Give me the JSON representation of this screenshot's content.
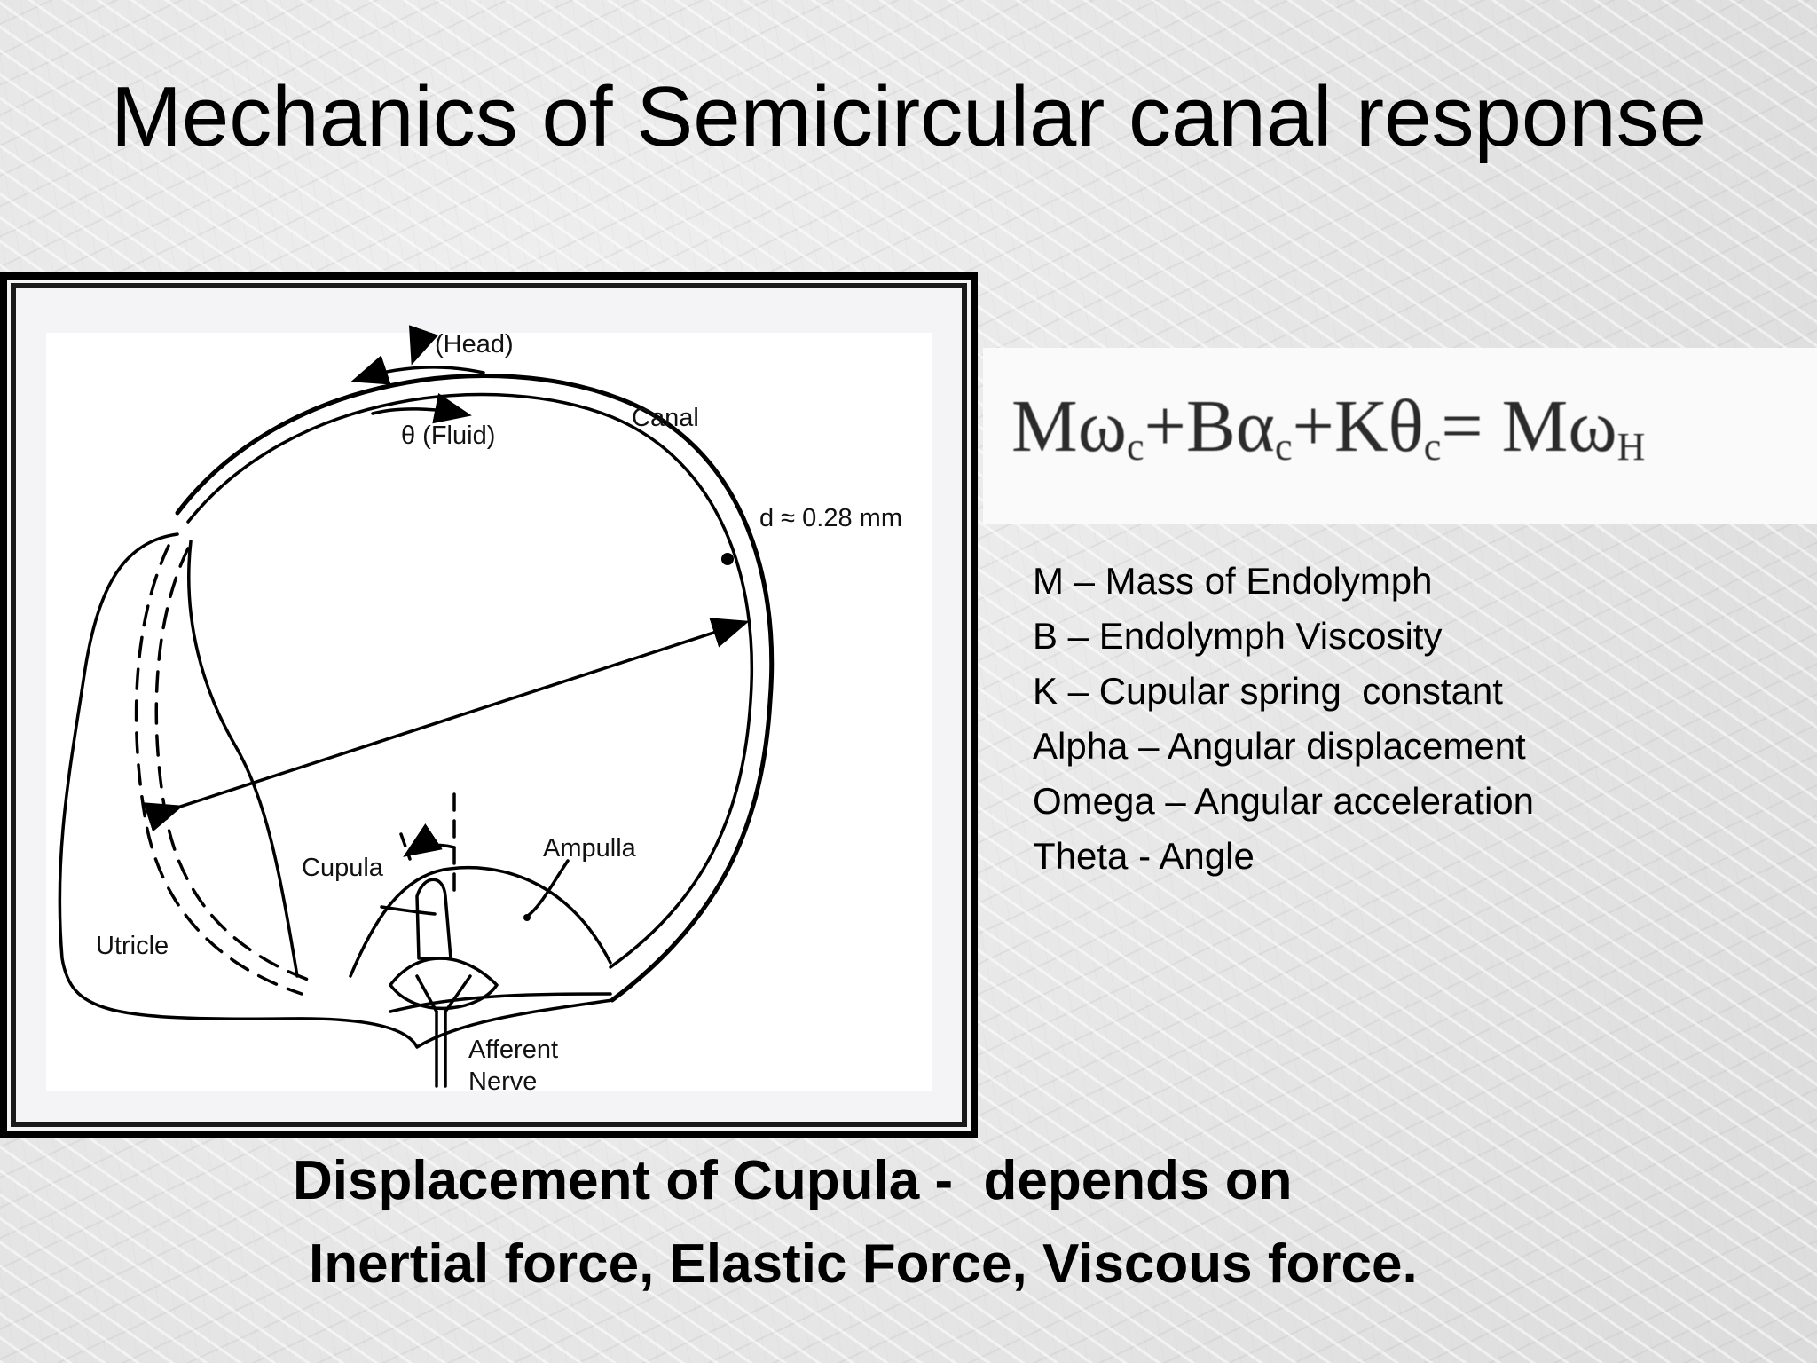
{
  "slide": {
    "title": "Mechanics of Semicircular canal response"
  },
  "diagram": {
    "labels": {
      "head": "(Head)",
      "fluid": "θ (Fluid)",
      "canal": "Canal",
      "diameter": "d ≈ 0.28 mm",
      "cupula": "Cupula",
      "ampulla": "Ampulla",
      "utricle": "Utricle",
      "afferent": "Afferent",
      "nerve": "Nerve"
    }
  },
  "equation": {
    "t1": "Mω",
    "s1": "c",
    "t2": "+Bα",
    "s2": "c",
    "t3": "+Kθ",
    "s3": "c",
    "t4": "= Mω",
    "s4": "H"
  },
  "legend": {
    "items": [
      "M – Mass of Endolymph",
      "B – Endolymph Viscosity",
      "K – Cupular spring  constant",
      "Alpha – Angular displacement",
      "Omega – Angular acceleration",
      "Theta - Angle"
    ]
  },
  "caption": {
    "line1": "Displacement of Cupula -  depends on",
    "line2": "Inertial  force, Elastic Force, Viscous force."
  }
}
